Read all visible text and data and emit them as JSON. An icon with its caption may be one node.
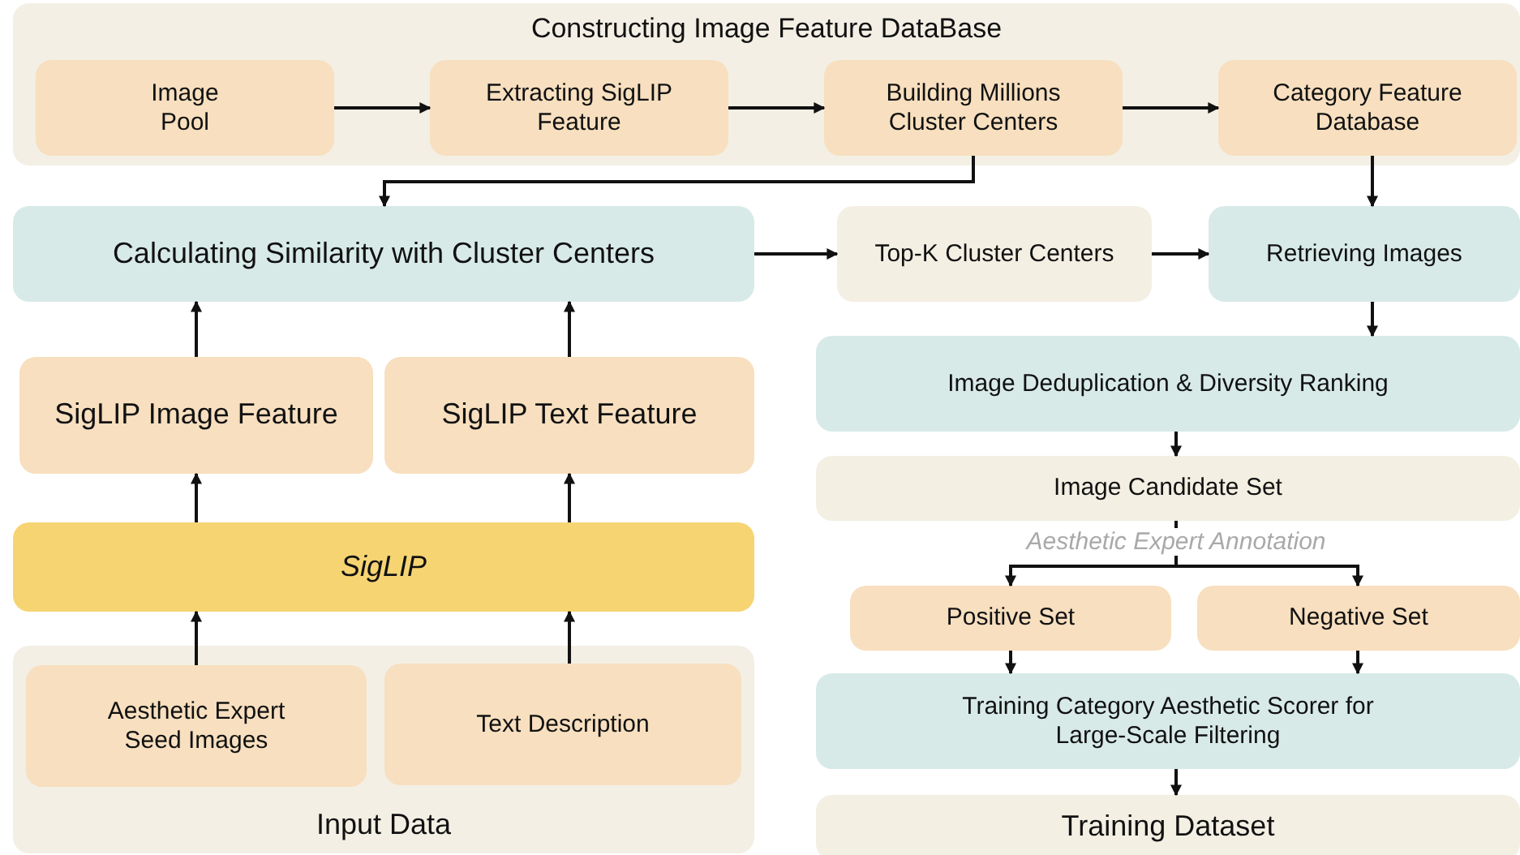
{
  "diagram": {
    "nodes": [
      {
        "text": [
          "Constructing Image Feature DataBase"
        ]
      },
      {
        "text": [
          "Image Pool"
        ],
        "in": 0
      },
      {
        "text": [
          "Extracting SigLIP Feature"
        ],
        "in": 0
      },
      {
        "text": [
          "Building Millions Cluster Centers"
        ],
        "in": 0
      },
      {
        "text": [
          "Category Feature Database"
        ],
        "in": 0
      },
      {
        "text": [
          "Calculating Similarity with Cluster Centers"
        ]
      },
      {
        "text": [
          "Top-K Cluster Centers"
        ]
      },
      {
        "text": [
          "Retrieving Images"
        ]
      },
      {
        "text": [
          "SigLIP Image Feature"
        ]
      },
      {
        "text": [
          "SigLIP Text Feature"
        ]
      },
      {
        "text": [
          "SigLIP"
        ]
      },
      {
        "text": [
          "Input Data"
        ]
      },
      {
        "text": [
          "Aesthetic Expert Seed Images"
        ],
        "in": 11
      },
      {
        "text": [
          "Text Description"
        ],
        "in": 11
      },
      {
        "text": [
          "Image Deduplication & Diversity Ranking"
        ]
      },
      {
        "text": [
          "Image Candidate Set"
        ]
      },
      {
        "text": [
          "Positive Set"
        ]
      },
      {
        "text": [
          "Negative Set"
        ]
      },
      {
        "text": [
          "Training Category Aesthetic Scorer for Large-Scale Filtering"
        ]
      },
      {
        "text": [
          "Training Dataset"
        ]
      }
    ],
    "edges": [
      {
        "from": 1,
        "to": 2,
        "arrow": "to"
      },
      {
        "from": 2,
        "to": 3,
        "arrow": "to"
      },
      {
        "from": 3,
        "to": 4,
        "arrow": "to"
      },
      {
        "from": 3,
        "to": 5,
        "arrow": "to"
      },
      {
        "from": 4,
        "to": 7,
        "arrow": "to"
      },
      {
        "from": 5,
        "to": 6,
        "arrow": "to"
      },
      {
        "from": 6,
        "to": 7,
        "arrow": "to"
      },
      {
        "from": 7,
        "to": 14,
        "arrow": "to"
      },
      {
        "from": 14,
        "to": 15,
        "arrow": "to"
      },
      {
        "from": 15,
        "to": 16,
        "arrow": "to",
        "label": "Aesthetic Expert Annotation"
      },
      {
        "from": 15,
        "to": 17,
        "arrow": "to"
      },
      {
        "from": 16,
        "to": 18,
        "arrow": "to"
      },
      {
        "from": 17,
        "to": 18,
        "arrow": "to"
      },
      {
        "from": 18,
        "to": 19,
        "arrow": "to"
      },
      {
        "from": 8,
        "to": 5,
        "arrow": "to"
      },
      {
        "from": 9,
        "to": 5,
        "arrow": "to"
      },
      {
        "from": 10,
        "to": 8,
        "arrow": "to"
      },
      {
        "from": 10,
        "to": 9,
        "arrow": "to"
      },
      {
        "from": 12,
        "to": 10,
        "arrow": "to"
      },
      {
        "from": 13,
        "to": 10,
        "arrow": "to"
      }
    ]
  }
}
